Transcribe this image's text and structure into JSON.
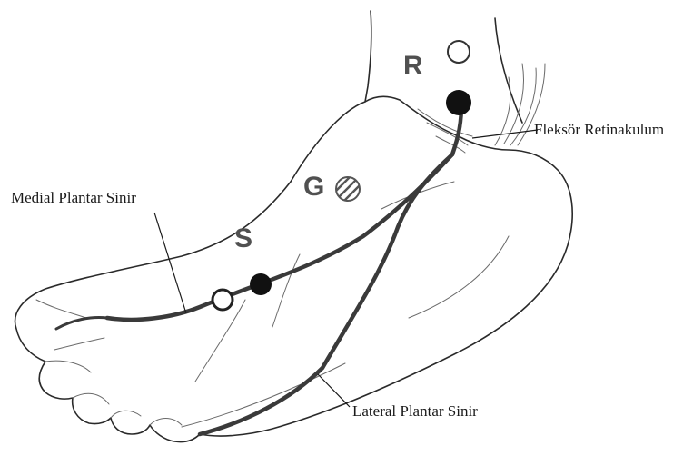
{
  "labels": {
    "flexor_retinaculum": "Fleksör Retinakulum",
    "medial_plantar_nerve": "Medial Plantar Sinir",
    "lateral_plantar_nerve": "Lateral Plantar Sinir"
  },
  "markers": {
    "r": "R",
    "g": "G",
    "s": "S"
  },
  "colors": {
    "outline": "#2a2a2a",
    "nerve": "#3a3a3a",
    "filled_point": "#111111",
    "marker_letter": "#505050"
  }
}
